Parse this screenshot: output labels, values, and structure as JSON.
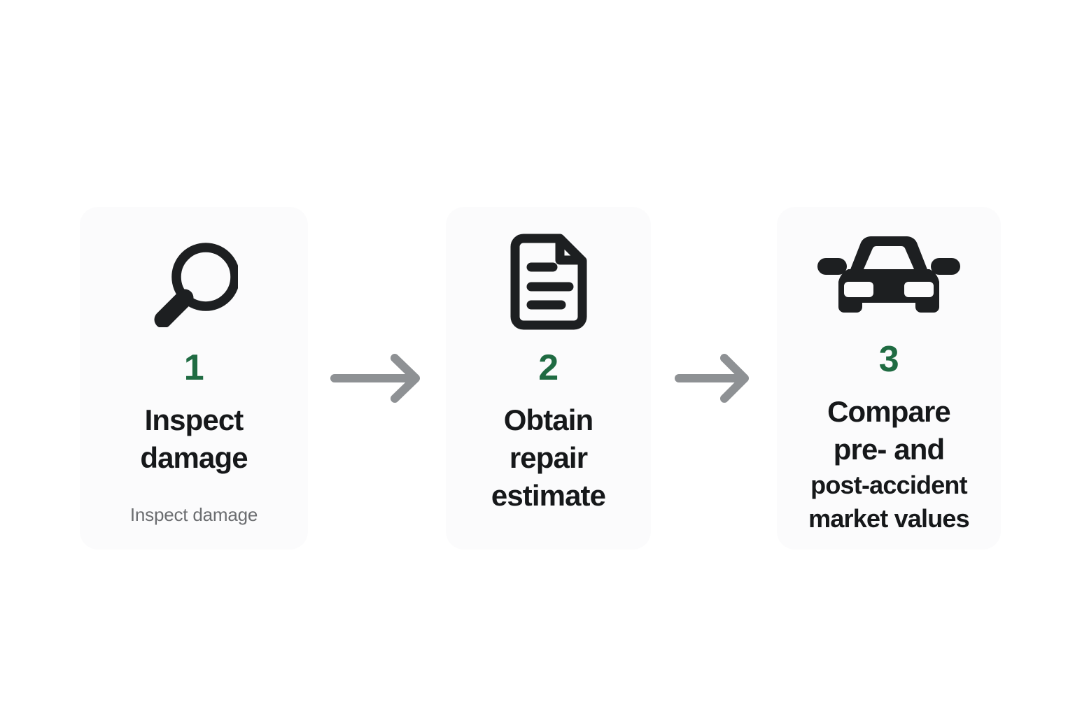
{
  "theme": {
    "page_background": "#ffffff",
    "card_background": "#fbfbfc",
    "number_accent": "#1f6b42",
    "title_color": "#16181a",
    "subtitle_color": "#6b6d70",
    "icon_color": "#1d1f21",
    "arrow_color": "#8e9194"
  },
  "diagram": {
    "type": "process-flow",
    "orientation": "horizontal",
    "step_count": 3,
    "steps": [
      {
        "number": "1",
        "icon": "magnifier-icon",
        "title": "Inspect damage",
        "title_lines": [
          "Inspect",
          "damage"
        ],
        "subtitle": "Inspect damage"
      },
      {
        "number": "2",
        "icon": "document-icon",
        "title": "Obtain repair estimate",
        "title_lines": [
          "Obtain",
          "repair",
          "estimate"
        ],
        "subtitle": ""
      },
      {
        "number": "3",
        "icon": "car-front-icon",
        "title": "Compare pre- and post-accident market values",
        "title_lines_large": [
          "Compare",
          "pre- and"
        ],
        "title_lines_small": [
          "post-accident",
          "market values"
        ],
        "subtitle": ""
      }
    ],
    "connectors": [
      {
        "name": "arrow-right-icon",
        "from_step": "1",
        "to_step": "2"
      },
      {
        "name": "arrow-right-icon",
        "from_step": "2",
        "to_step": "3"
      }
    ]
  }
}
